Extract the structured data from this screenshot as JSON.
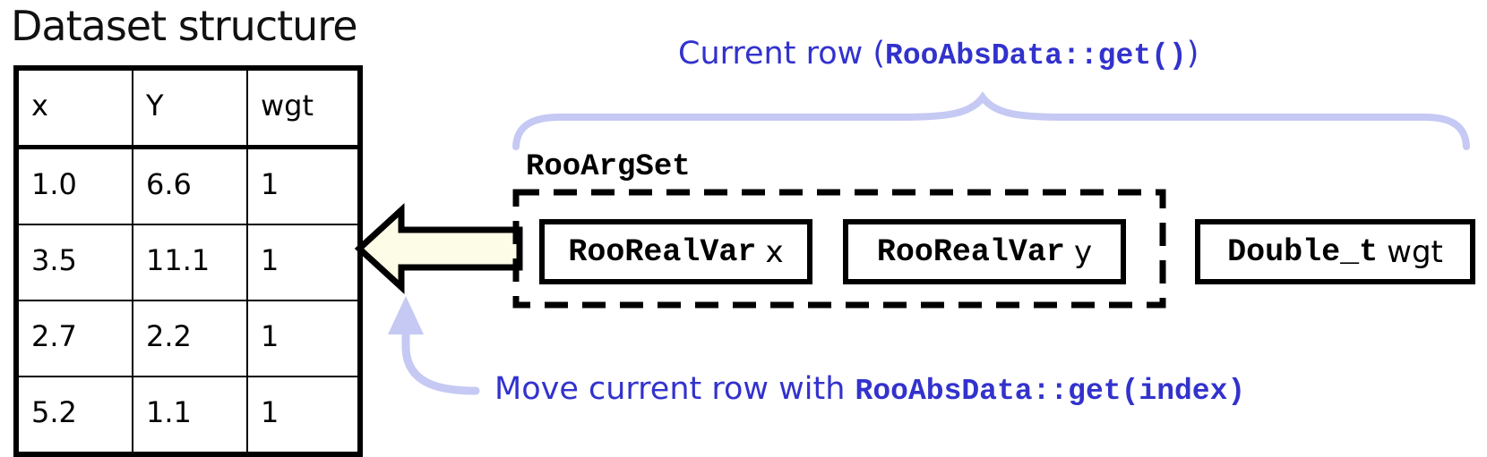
{
  "title": "Dataset structure",
  "table": {
    "headers": [
      "x",
      "Y",
      "wgt"
    ],
    "rows": [
      [
        "1.0",
        "6.6",
        "1"
      ],
      [
        "3.5",
        "11.1",
        "1"
      ],
      [
        "2.7",
        "2.2",
        "1"
      ],
      [
        "5.2",
        "1.1",
        "1"
      ]
    ]
  },
  "argset": {
    "label": "RooArgSet",
    "boxes": [
      {
        "code": "RooRealVar",
        "var": "x"
      },
      {
        "code": "RooRealVar",
        "var": "y"
      }
    ],
    "weight_box": {
      "code": "Double_t",
      "var": "wgt"
    }
  },
  "annotations": {
    "current_row_plain": "Current row (",
    "current_row_code": "RooAbsData::get()",
    "current_row_close": ")",
    "move_row_plain": "Move current row with ",
    "move_row_code": "RooAbsData::get(index)"
  },
  "colors": {
    "annotation_blue": "#3232cd",
    "brace_lavender": "#c5c9f3",
    "arrow_fill": "#fdfce6",
    "outline": "#000000"
  }
}
